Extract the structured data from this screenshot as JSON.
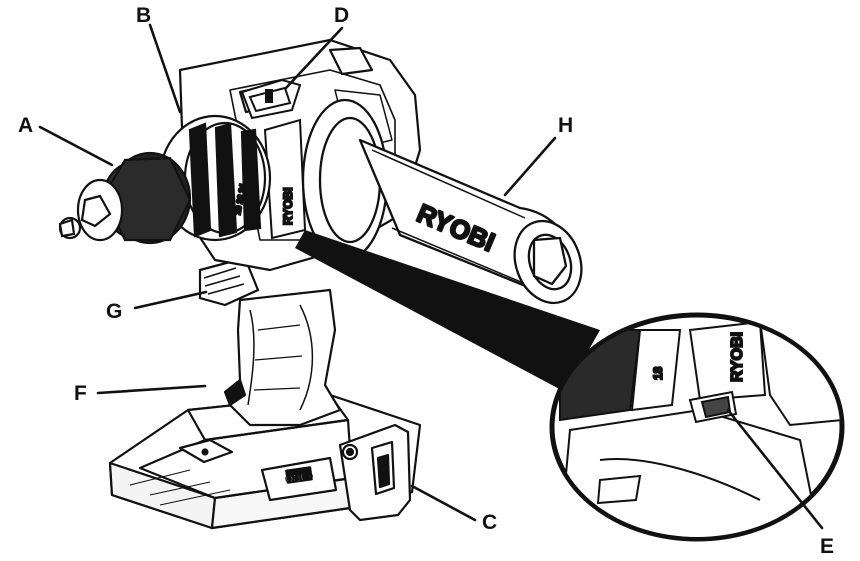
{
  "diagram": {
    "callouts": [
      {
        "id": "A",
        "label": "A"
      },
      {
        "id": "B",
        "label": "B"
      },
      {
        "id": "C",
        "label": "C"
      },
      {
        "id": "D",
        "label": "D"
      },
      {
        "id": "E",
        "label": "E"
      },
      {
        "id": "F",
        "label": "F"
      },
      {
        "id": "G",
        "label": "G"
      },
      {
        "id": "H",
        "label": "H"
      }
    ],
    "handle_brand": "RYOBI",
    "housing_brand": "RYOBI",
    "battery_badge": "ONE+",
    "detail_brand": "RYOBI",
    "collar_marks": "20 22 24",
    "detail_marks": "18"
  }
}
